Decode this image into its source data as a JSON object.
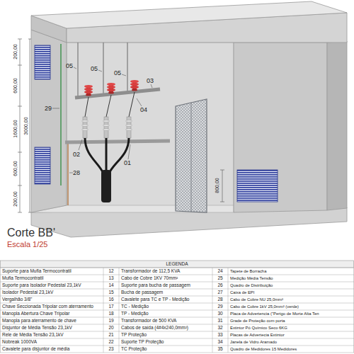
{
  "diagram": {
    "title": "Corte BB'",
    "labels": [
      "Escala 1/25",
      "05",
      "05",
      "05",
      "03",
      "04",
      "29",
      "02",
      "01",
      "28",
      "200,00",
      "600,00",
      "1600,00",
      "600,00",
      "200,00",
      "3000,00",
      "800,00",
      "LEGENDA",
      "Suporte para Mufla Termocontratil",
      "12",
      "Transformador de 112,5 KVA",
      "24",
      "Tapete de Borracha",
      "Mufla Termocontratil",
      "13",
      "Cabo de Cobre 1KV 70mm²",
      "25",
      "Medição Média Tensão",
      "Suporte para Isolador Pedestal 23,1kV",
      "14",
      "Suporte para bucha de passagem",
      "26",
      "Quadro de Distribuição",
      "Isolador Pedestal 23,1kV",
      "15",
      "Bucha de passagem",
      "27",
      "Caixa de EPI",
      "Vergalhão 3/8\"",
      "16",
      "Cavalete para TC e TP - Medição",
      "28",
      "Cabo de Cobre NU 25,0mm²",
      "Chave Seccionada Tripolar com aterramento",
      "17",
      "TC - Medição",
      "29",
      "Cabo de Cobre 1kV 25,0mm² (verde)",
      "Manopla Abertura Chave Tripolar",
      "18",
      "TP - Medição",
      "30",
      "Placa de Advertencia (\"Perigo de Morte Alta Ten",
      "Manopla para aterramento de chave",
      "19",
      "Transformador de 500 KVA",
      "31",
      "Grade de Proteção com porta",
      "Disjuntor de Média Tensão 23,1kV",
      "20",
      "Cabos de saída (4#4x240,0mm²)",
      "32",
      "Extintor Pó Químico Seco 6KG",
      "Rele de Média Tensão 23,1kV",
      "21",
      "TP Proteção",
      "33",
      "Placas de Advertecia Extintor",
      "Nobreak 1000VA",
      "22",
      "Suporte TP Proteção",
      "34",
      "Janela de Vidro Aramado",
      "Cavalete para disjuntor de média",
      "23",
      "TC Proteção",
      "35",
      "Quadro de Medidores 15 Medidores"
    ]
  }
}
